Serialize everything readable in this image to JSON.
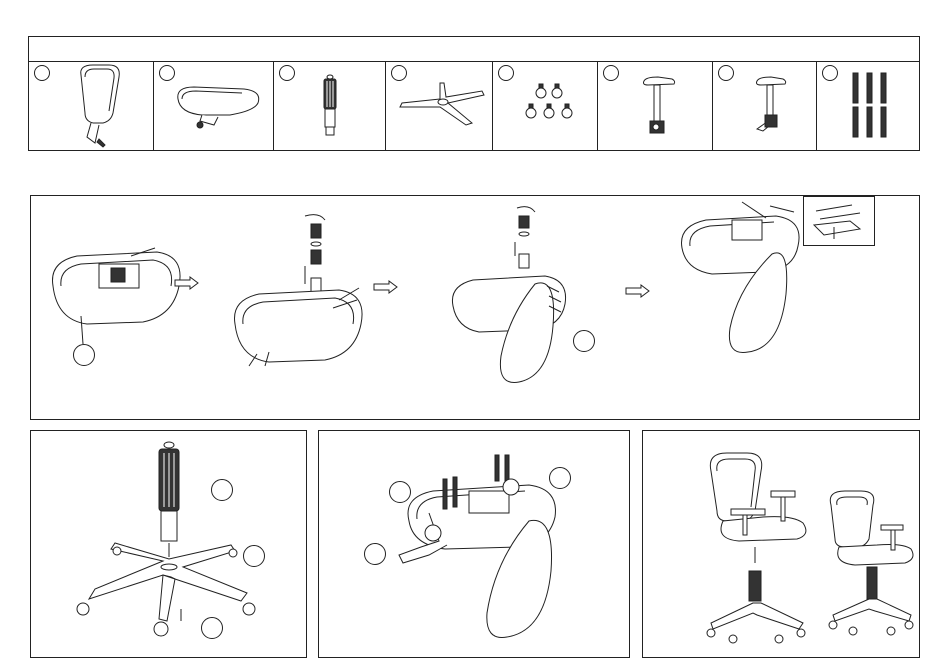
{
  "title": "",
  "parts": [
    {
      "id": "backrest",
      "icon": "backrest-icon"
    },
    {
      "id": "seat",
      "icon": "seat-icon"
    },
    {
      "id": "gas-lift",
      "icon": "gas-lift-icon"
    },
    {
      "id": "base",
      "icon": "star-base-icon"
    },
    {
      "id": "casters",
      "icon": "caster-icon"
    },
    {
      "id": "left-armrest",
      "icon": "armrest-icon"
    },
    {
      "id": "right-armrest",
      "icon": "armrest-icon"
    },
    {
      "id": "screws",
      "icon": "screw-icon"
    }
  ],
  "steps": [
    {
      "id": "step-seat-mechanism"
    },
    {
      "id": "step-base-assembly"
    },
    {
      "id": "step-armrest-attachment"
    },
    {
      "id": "step-final-assembly"
    }
  ],
  "colors": {
    "line": "#222222",
    "background": "#ffffff"
  }
}
